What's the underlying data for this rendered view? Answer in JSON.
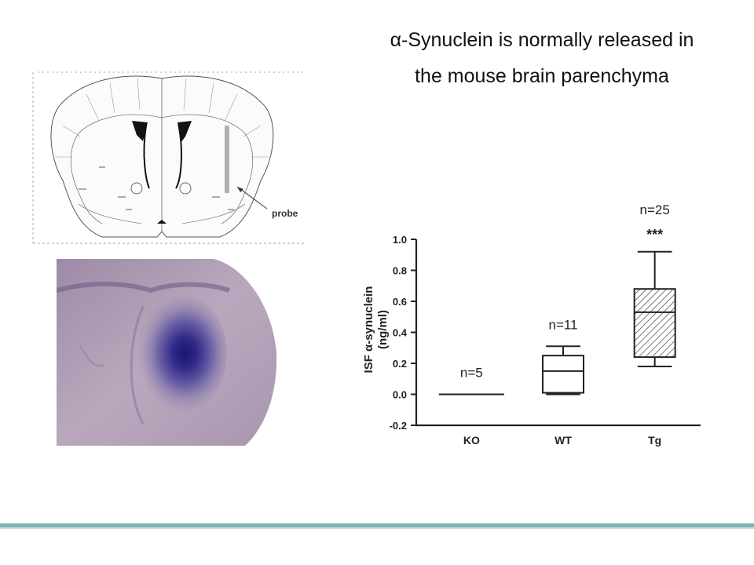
{
  "slide": {
    "title_line1": "α-Synuclein is normally released in",
    "title_line2": "the mouse brain parenchyma",
    "probe_label": "probe"
  },
  "chart_data": {
    "type": "box",
    "ylabel_line1": "ISF α-synuclein",
    "ylabel_line2": "(ng/ml)",
    "ylim": [
      -0.2,
      1.0
    ],
    "yticks": [
      "-0.2",
      "0.0",
      "0.2",
      "0.4",
      "0.6",
      "0.8",
      "1.0"
    ],
    "categories": [
      "KO",
      "WT",
      "Tg"
    ],
    "n_labels": [
      "n=5",
      "n=11",
      "n=25"
    ],
    "significance": [
      "",
      "",
      "***"
    ],
    "boxes": [
      {
        "category": "KO",
        "min": 0.0,
        "q1": 0.0,
        "median": 0.0,
        "q3": 0.0,
        "max": 0.0
      },
      {
        "category": "WT",
        "min": 0.0,
        "q1": 0.01,
        "median": 0.15,
        "q3": 0.25,
        "max": 0.31
      },
      {
        "category": "Tg",
        "min": 0.18,
        "q1": 0.24,
        "median": 0.53,
        "q3": 0.68,
        "max": 0.92
      }
    ]
  }
}
